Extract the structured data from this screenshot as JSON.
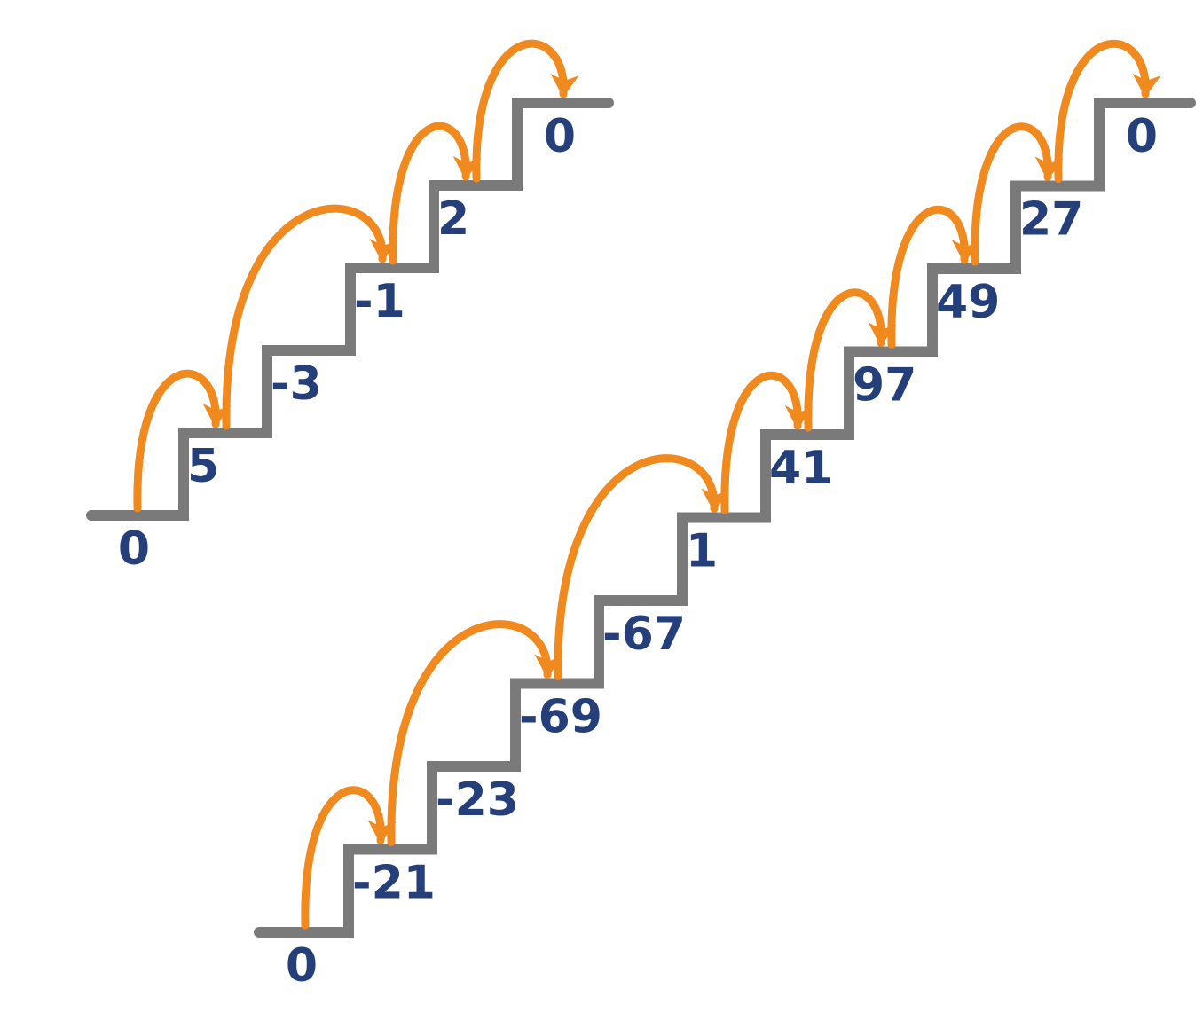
{
  "colors": {
    "stair": "#7a7a7a",
    "arrow": "#f08a1e",
    "label": "#243f7a"
  },
  "staircases": [
    {
      "name": "staircase-small",
      "values": [
        "0",
        "5",
        "-3",
        "-1",
        "2",
        "0"
      ],
      "jumps": [
        [
          0,
          1
        ],
        [
          1,
          3
        ],
        [
          3,
          4
        ],
        [
          4,
          5
        ]
      ]
    },
    {
      "name": "staircase-large",
      "values": [
        "0",
        "-21",
        "-23",
        "-69",
        "-67",
        "1",
        "41",
        "97",
        "49",
        "27",
        "0"
      ],
      "jumps": [
        [
          0,
          1
        ],
        [
          1,
          3
        ],
        [
          3,
          5
        ],
        [
          5,
          6
        ],
        [
          6,
          7
        ],
        [
          7,
          8
        ],
        [
          8,
          9
        ],
        [
          9,
          10
        ]
      ]
    }
  ]
}
